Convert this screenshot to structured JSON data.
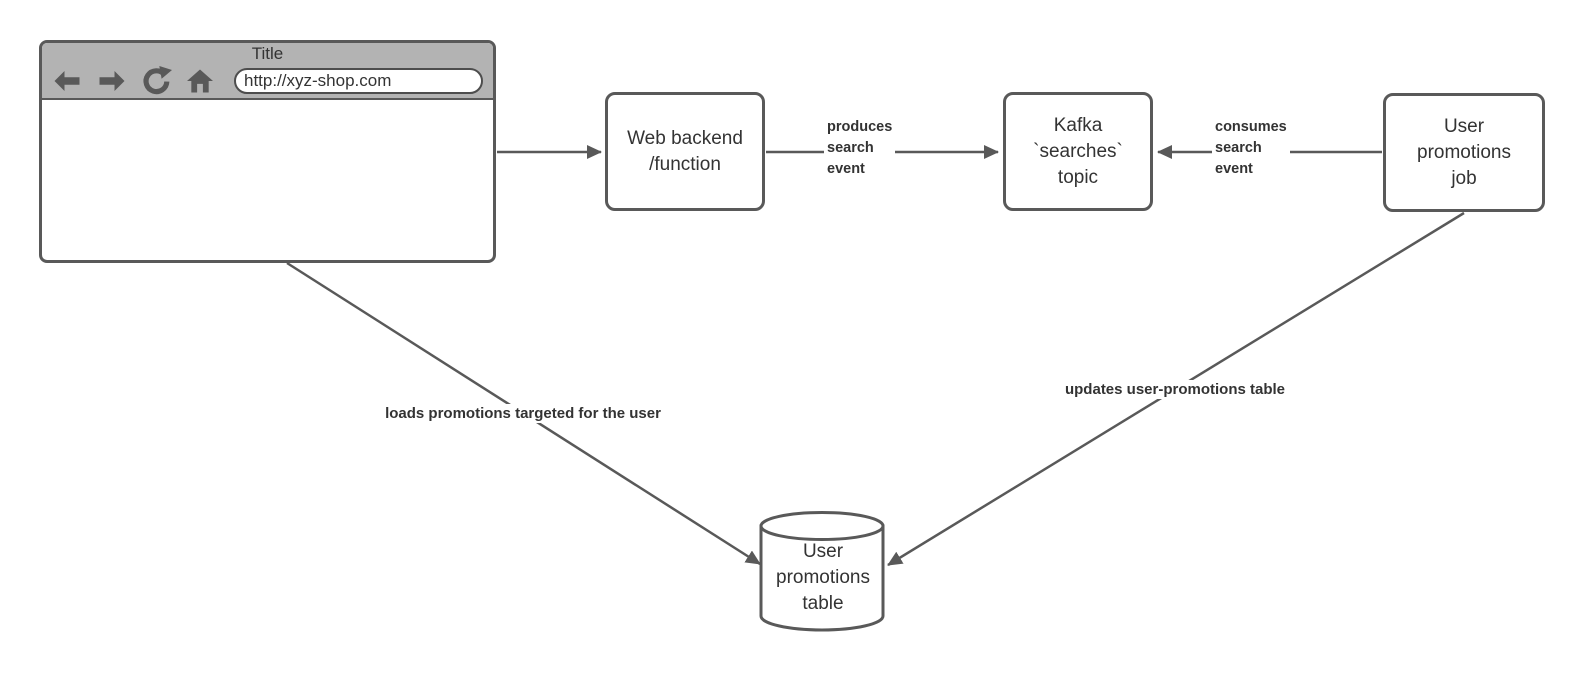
{
  "colors": {
    "border": "#595959",
    "line": "#595959",
    "text": "#333333",
    "browser_header_bg": "#b3b3b3",
    "node_fill": "#ffffff"
  },
  "browser": {
    "title": "Title",
    "url": "http://xyz-shop.com",
    "icons": [
      "back-arrow",
      "forward-arrow",
      "refresh",
      "home"
    ]
  },
  "nodes": {
    "web_backend": {
      "lines": [
        "Web backend",
        "/function"
      ]
    },
    "kafka_topic": {
      "lines": [
        "Kafka",
        "`searches`",
        "topic"
      ]
    },
    "user_promotions_job": {
      "lines": [
        "User",
        "promotions",
        "job"
      ]
    },
    "user_promotions_table": {
      "lines": [
        "User",
        "promotions",
        "table"
      ]
    }
  },
  "edges": {
    "backend_to_kafka": {
      "label": "produces\nsearch\nevent"
    },
    "job_to_kafka": {
      "label": "consumes\nsearch\nevent"
    },
    "browser_to_table": {
      "label": "loads promotions targeted for the user"
    },
    "job_to_table": {
      "label": "updates user-promotions table"
    }
  }
}
